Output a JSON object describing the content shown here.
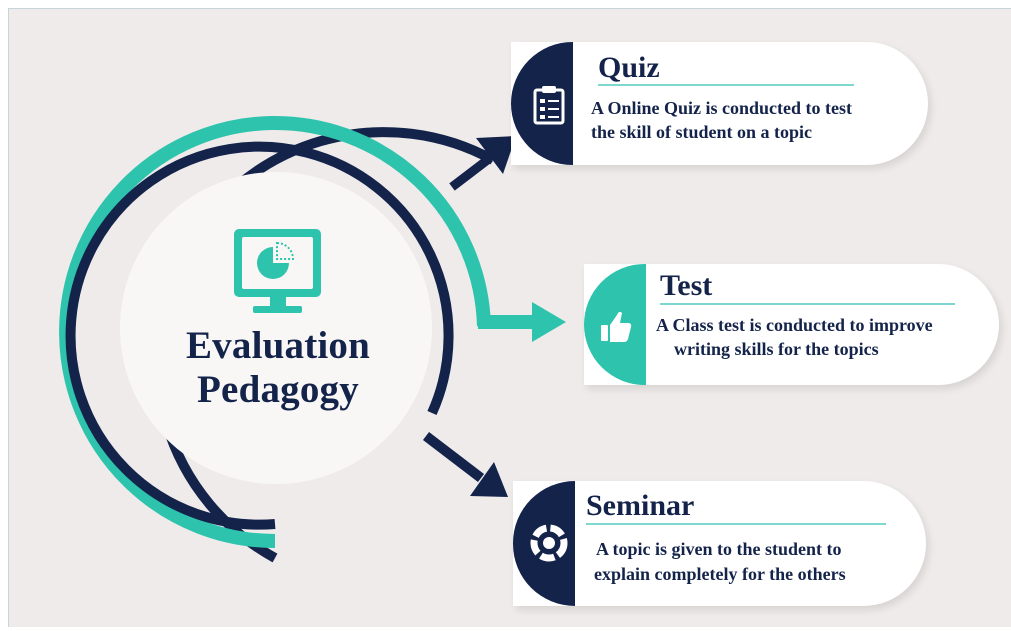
{
  "center": {
    "title_line1": "Evaluation",
    "title_line2": "Pedagogy",
    "icon": "monitor-pie-chart-icon"
  },
  "colors": {
    "background": "#efebea",
    "navy": "#14234a",
    "teal": "#2ec3ad",
    "white": "#ffffff",
    "rule": "#7fd8cf"
  },
  "items": [
    {
      "title": "Quiz",
      "description_line1": "A Online Quiz is conducted to test",
      "description_line2": "the skill of student on a topic",
      "icon": "clipboard-checklist-icon",
      "cap_color": "navy"
    },
    {
      "title": "Test",
      "description_line1": "A Class test is conducted to improve",
      "description_line2": "writing skills for the topics",
      "icon": "thumbs-up-icon",
      "cap_color": "teal"
    },
    {
      "title": "Seminar",
      "description_line1": "A topic is given to the student to",
      "description_line2": "explain completely for the others",
      "icon": "circular-segments-icon",
      "cap_color": "navy"
    }
  ]
}
